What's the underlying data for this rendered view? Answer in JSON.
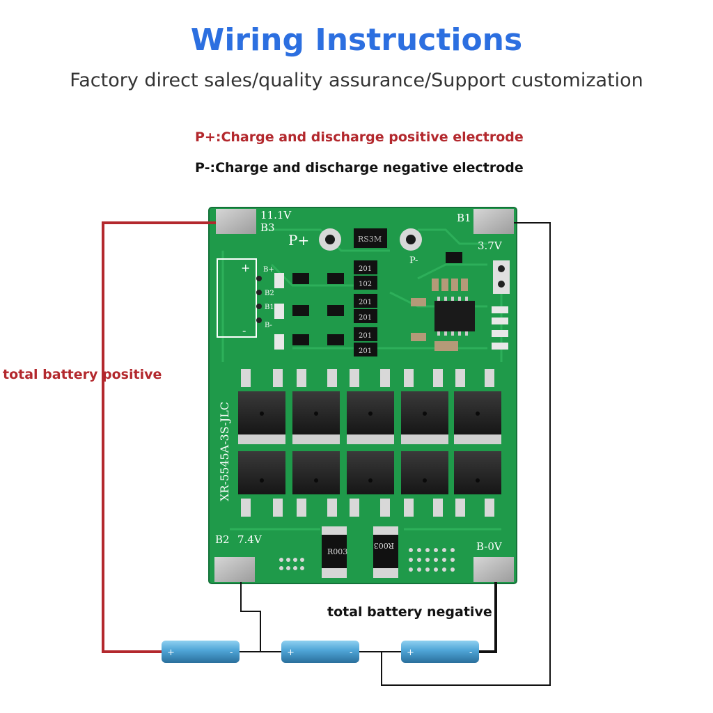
{
  "header": {
    "title": "Wiring Instructions",
    "subtitle": "Factory direct sales/quality assurance/Support customization"
  },
  "legend": {
    "positive": "P+:Charge and discharge positive electrode",
    "negative": "P-:Charge and discharge negative electrode"
  },
  "labels": {
    "total_positive": "total battery  positive",
    "total_negative": "total battery negative"
  },
  "board": {
    "model": "XR-5545A-3S-JLC",
    "pad_b3_voltage": "11.1V",
    "pad_b3_name": "B3",
    "pad_b1_name": "B1",
    "pad_b1_voltage": "3.7V",
    "pad_b2_name": "B2",
    "pad_b2_voltage": "7.4V",
    "pad_b0": "B-0V",
    "p_plus": "P+",
    "p_minus": "P-",
    "b_plus": "B+",
    "b2_small": "B2",
    "b1_small": "B1",
    "b_minus": "B-",
    "conn_plus": "+",
    "conn_minus": "-",
    "resistor_top": "RS3M",
    "shunt_1": "R003",
    "shunt_2": "R003",
    "smd_codes": [
      "201",
      "102",
      "201",
      "201",
      "201",
      "201"
    ]
  },
  "battery_marks": {
    "plus": "+",
    "minus": "-"
  },
  "colors": {
    "title_blue": "#2c6fe0",
    "positive_red": "#b3282d",
    "pcb_green": "#1f9a4a",
    "pad_grey": "#b8b8b8",
    "battery_blue": "#4ea4d6"
  }
}
